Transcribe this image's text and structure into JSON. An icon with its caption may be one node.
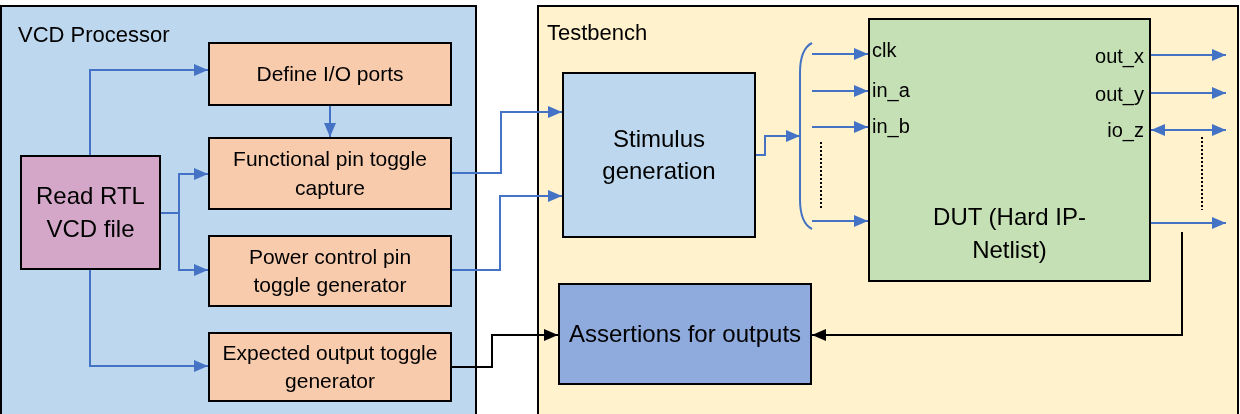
{
  "diagram": {
    "nodes": [
      {
        "text": [
          "VCD Processor"
        ]
      },
      {
        "text": [
          "Read RTL VCD file"
        ],
        "in": 0
      },
      {
        "text": [
          "Define I/O ports"
        ],
        "in": 0
      },
      {
        "text": [
          "Functional pin toggle capture"
        ],
        "in": 0
      },
      {
        "text": [
          "Power control pin toggle generator"
        ],
        "in": 0
      },
      {
        "text": [
          "Expected output toggle generator"
        ],
        "in": 0
      },
      {
        "text": [
          "Testbench"
        ]
      },
      {
        "text": [
          "Stimulus generation"
        ],
        "in": 6
      },
      {
        "text": [],
        "shape": "bracket",
        "in": 6
      },
      {
        "text": [
          "DUT (Hard IP- Netlist)"
        ],
        "in": 6
      },
      {
        "text": [
          "Assertions for outputs"
        ],
        "in": 6
      }
    ],
    "edges": [
      {
        "from": 1,
        "to": 2,
        "arrow": "to"
      },
      {
        "from": 1,
        "to": 3,
        "arrow": "to"
      },
      {
        "from": 1,
        "to": 4,
        "arrow": "to"
      },
      {
        "from": 1,
        "to": 5,
        "arrow": "to"
      },
      {
        "from": 2,
        "to": 3,
        "arrow": "to"
      },
      {
        "from": 3,
        "to": 7,
        "arrow": "to"
      },
      {
        "from": 4,
        "to": 7,
        "arrow": "to"
      },
      {
        "from": 5,
        "to": 10,
        "arrow": "to",
        "color": "#000000"
      },
      {
        "from": 7,
        "to": 8,
        "arrow": "to"
      },
      {
        "from": 8,
        "to": 9,
        "arrow": "to"
      },
      {
        "from": 8,
        "to": 9,
        "arrow": "to"
      },
      {
        "from": 8,
        "to": 9,
        "arrow": "to"
      },
      {
        "from": 8,
        "to": 9,
        "arrow": "to"
      },
      {
        "from": 9,
        "to": null,
        "arrow": "to"
      },
      {
        "from": 9,
        "to": null,
        "arrow": "to"
      },
      {
        "from": 9,
        "to": null,
        "arrow": "both"
      },
      {
        "from": 9,
        "to": null,
        "arrow": "to"
      },
      {
        "from": null,
        "to": 10,
        "arrow": "to",
        "color": "#000000"
      }
    ],
    "labels": [
      "clk",
      "out_x",
      "in_a",
      "out_y",
      "in_b",
      "io_z"
    ]
  }
}
